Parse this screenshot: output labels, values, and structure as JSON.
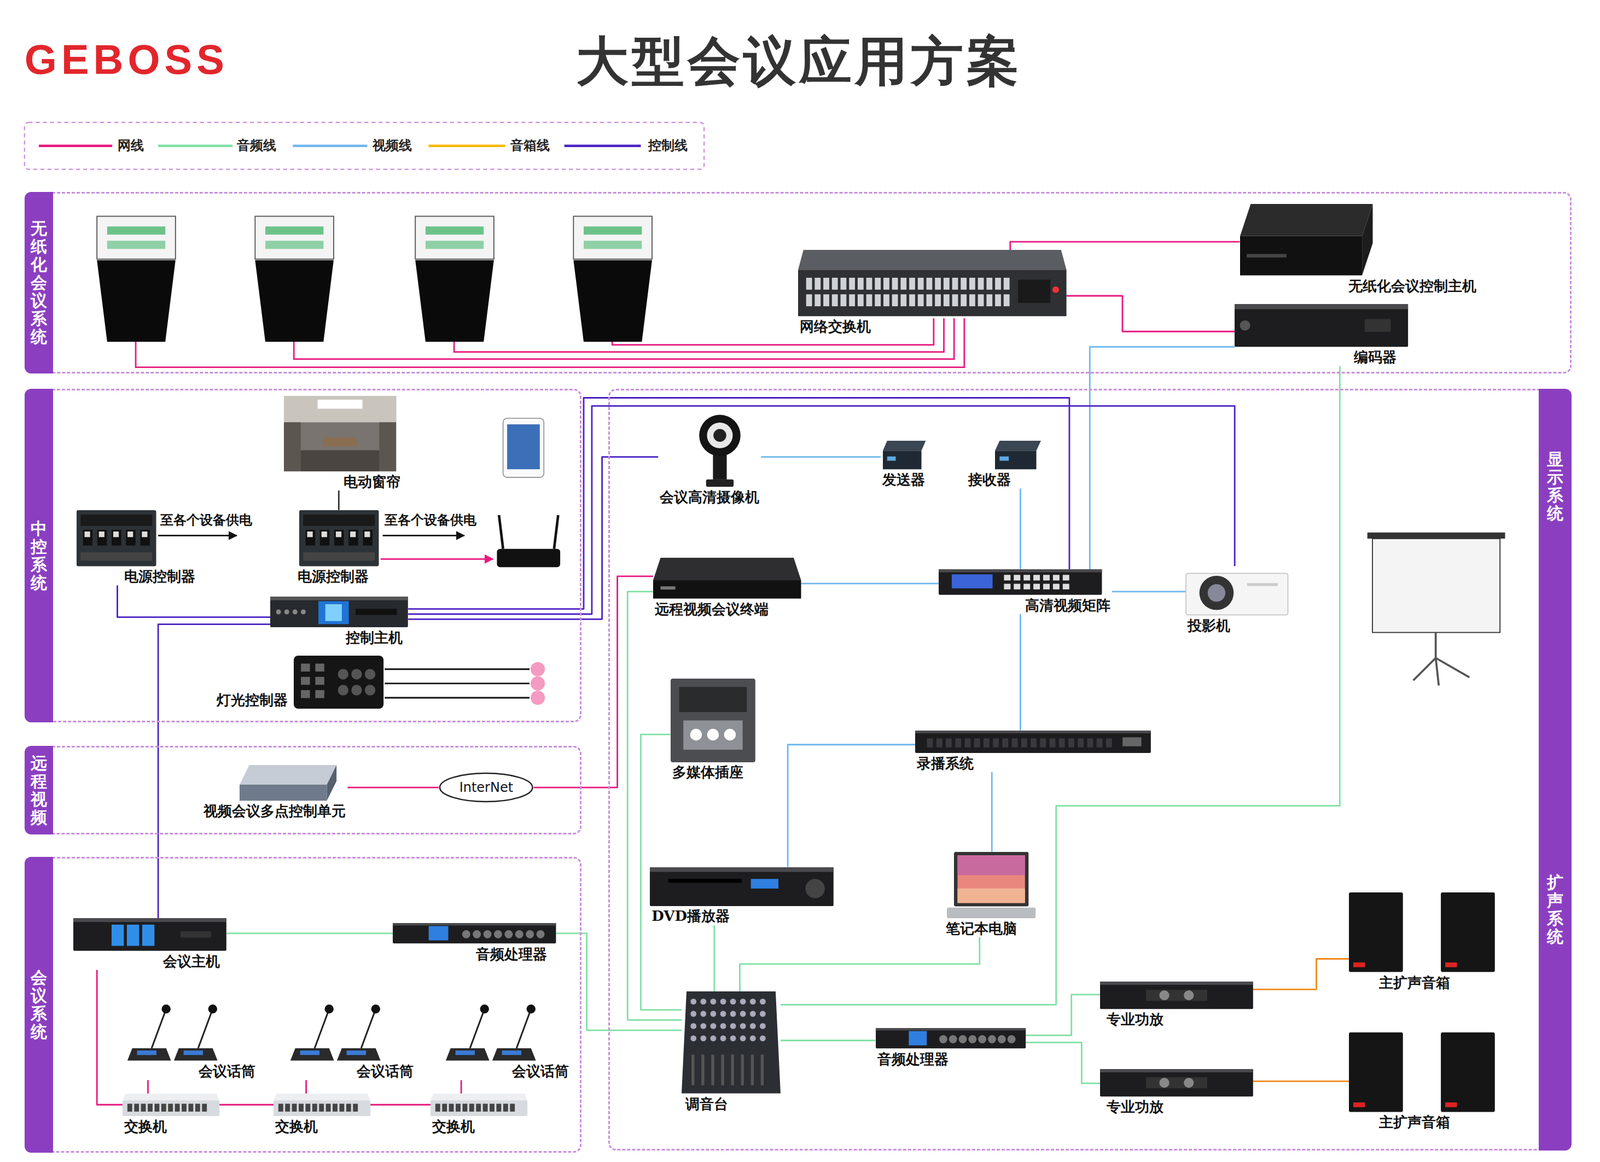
{
  "diagram": {
    "title": "大型会议应用方案",
    "nodes": [
      {
        "text": [
          "无纸化会议系统"
        ]
      },
      {
        "text": [
          "中控系统"
        ]
      },
      {
        "text": [
          "远程视频"
        ]
      },
      {
        "text": [
          "会议系统"
        ]
      },
      {
        "text": [
          "显示系统",
          "扩声系统"
        ]
      },
      {
        "text": [
          "网络交换机"
        ],
        "in": 0
      },
      {
        "text": [
          "无纸化会议控制主机"
        ],
        "in": 0
      },
      {
        "text": [
          "编码器"
        ],
        "in": 0
      },
      {
        "text": [
          "电动窗帘"
        ],
        "in": 1
      },
      {
        "text": [
          "电源控制器"
        ],
        "in": 1
      },
      {
        "text": [
          "电源控制器"
        ],
        "in": 1
      },
      {
        "text": [
          "控制主机"
        ],
        "in": 1
      },
      {
        "text": [
          "灯光控制器"
        ],
        "in": 1
      },
      {
        "text": [
          "视频会议多点控制单元"
        ],
        "in": 2
      },
      {
        "text": [
          "InterNet"
        ],
        "in": 2
      },
      {
        "text": [
          "会议主机"
        ],
        "in": 3
      },
      {
        "text": [
          "音频处理器"
        ],
        "in": 3
      },
      {
        "text": [
          "会议话筒"
        ],
        "in": 3
      },
      {
        "text": [
          "会议话筒"
        ],
        "in": 3
      },
      {
        "text": [
          "会议话筒"
        ],
        "in": 3
      },
      {
        "text": [
          "交换机"
        ],
        "in": 3
      },
      {
        "text": [
          "交换机"
        ],
        "in": 3
      },
      {
        "text": [
          "交换机"
        ],
        "in": 3
      },
      {
        "text": [
          "会议高清摄像机"
        ],
        "in": 4
      },
      {
        "text": [
          "发送器"
        ],
        "in": 4
      },
      {
        "text": [
          "接收器"
        ],
        "in": 4
      },
      {
        "text": [
          "远程视频会议终端"
        ],
        "in": 4
      },
      {
        "text": [
          "高清视频矩阵"
        ],
        "in": 4
      },
      {
        "text": [
          "投影机"
        ],
        "in": 4
      },
      {
        "text": [
          "多媒体插座"
        ],
        "in": 4
      },
      {
        "text": [
          "录播系统"
        ],
        "in": 4
      },
      {
        "text": [
          "DVD播放器"
        ],
        "in": 4
      },
      {
        "text": [
          "笔记本电脑"
        ],
        "in": 4
      },
      {
        "text": [
          "调音台"
        ],
        "in": 4
      },
      {
        "text": [
          "音频处理器"
        ],
        "in": 4
      },
      {
        "text": [
          "专业功放"
        ],
        "in": 4
      },
      {
        "text": [
          "专业功放"
        ],
        "in": 4
      },
      {
        "text": [
          "主扩声音箱"
        ],
        "in": 4
      },
      {
        "text": [
          "主扩声音箱"
        ],
        "in": 4
      }
    ],
    "edges": [
      {
        "from": 6,
        "to": 5,
        "arrow": "none"
      },
      {
        "from": 5,
        "to": 7,
        "arrow": "none"
      },
      {
        "from": 7,
        "to": 27,
        "arrow": "none"
      },
      {
        "from": 7,
        "to": 33,
        "arrow": "none"
      },
      {
        "from": 11,
        "to": 9,
        "arrow": "none"
      },
      {
        "from": 8,
        "to": 10,
        "arrow": "none"
      },
      {
        "from": 11,
        "to": 27,
        "arrow": "none"
      },
      {
        "from": 11,
        "to": 28,
        "arrow": "none"
      },
      {
        "from": 11,
        "to": 23,
        "arrow": "none"
      },
      {
        "from": 11,
        "to": 15,
        "arrow": "none"
      },
      {
        "from": 13,
        "to": 14,
        "arrow": "none"
      },
      {
        "from": 14,
        "to": 26,
        "arrow": "none"
      },
      {
        "from": 23,
        "to": 24,
        "arrow": "none"
      },
      {
        "from": 25,
        "to": 27,
        "arrow": "none"
      },
      {
        "from": 26,
        "to": 27,
        "arrow": "none"
      },
      {
        "from": 27,
        "to": 28,
        "arrow": "none"
      },
      {
        "from": 27,
        "to": 30,
        "arrow": "none"
      },
      {
        "from": 30,
        "to": 31,
        "arrow": "none"
      },
      {
        "from": 30,
        "to": 32,
        "arrow": "none"
      },
      {
        "from": 26,
        "to": 33,
        "arrow": "none"
      },
      {
        "from": 29,
        "to": 33,
        "arrow": "none"
      },
      {
        "from": 31,
        "to": 33,
        "arrow": "none"
      },
      {
        "from": 32,
        "to": 33,
        "arrow": "none"
      },
      {
        "from": 15,
        "to": 16,
        "arrow": "none"
      },
      {
        "from": 16,
        "to": 33,
        "arrow": "none"
      },
      {
        "from": 33,
        "to": 34,
        "arrow": "none"
      },
      {
        "from": 34,
        "to": 35,
        "arrow": "none"
      },
      {
        "from": 34,
        "to": 36,
        "arrow": "none"
      },
      {
        "from": 35,
        "to": 37,
        "arrow": "none"
      },
      {
        "from": 36,
        "to": 38,
        "arrow": "none"
      },
      {
        "from": 15,
        "to": 20,
        "arrow": "none"
      },
      {
        "from": 17,
        "to": 20,
        "arrow": "none"
      },
      {
        "from": 20,
        "to": 21,
        "arrow": "none"
      },
      {
        "from": 18,
        "to": 21,
        "arrow": "none"
      },
      {
        "from": 21,
        "to": 22,
        "arrow": "none"
      },
      {
        "from": 19,
        "to": 22,
        "arrow": "none"
      }
    ],
    "labels": [
      "GEBOSS",
      "至各个设备供电",
      "至各个设备供电"
    ],
    "legend": [
      {
        "text": "网线"
      },
      {
        "text": "音频线"
      },
      {
        "text": "视频线"
      },
      {
        "text": "音箱线"
      },
      {
        "text": "控制线"
      }
    ]
  }
}
